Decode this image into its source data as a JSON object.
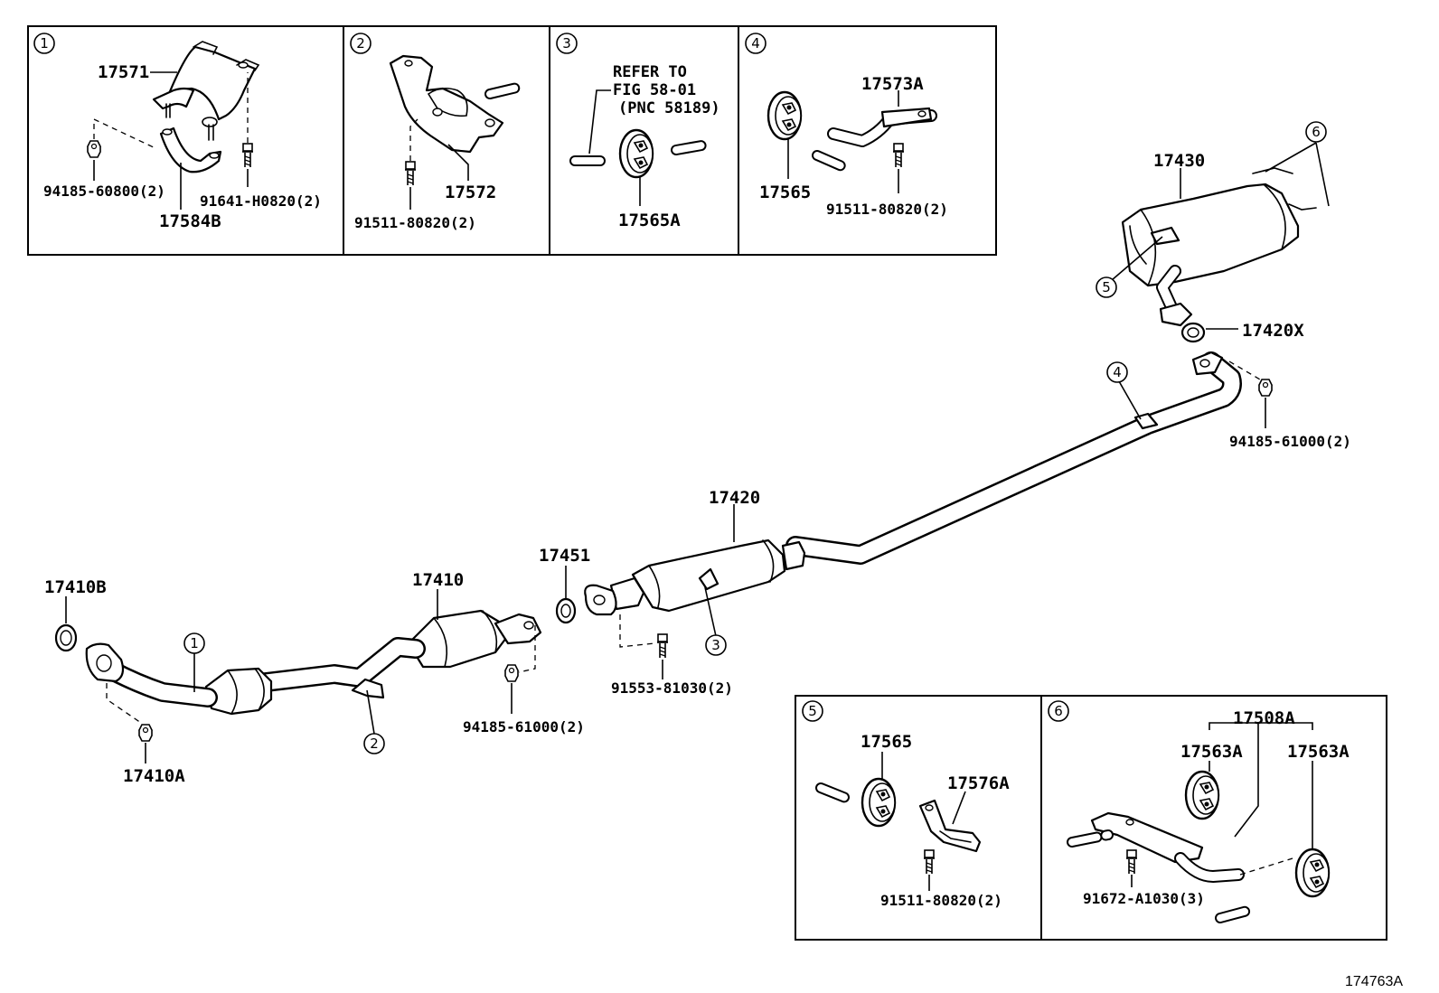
{
  "boxes": [
    {
      "number": "1",
      "parts": [
        "17571",
        "94185-60800(2)",
        "17584B",
        "91641-H0820(2)"
      ]
    },
    {
      "number": "2",
      "parts": [
        "17572",
        "91511-80820(2)"
      ]
    },
    {
      "number": "3",
      "note": [
        "REFER TO",
        "FIG 58-01",
        "(PNC 58189)"
      ],
      "parts": [
        "17565A"
      ]
    },
    {
      "number": "4",
      "parts": [
        "17573A",
        "17565",
        "91511-80820(2)"
      ]
    },
    {
      "number": "5",
      "parts": [
        "17565",
        "17576A",
        "91511-80820(2)"
      ]
    },
    {
      "number": "6",
      "parts": [
        "17508A",
        "17563A",
        "17563A",
        "91672-A1030(3)"
      ]
    }
  ],
  "main": {
    "parts": [
      "17430",
      "17420X",
      "94185-61000(2)",
      "17420",
      "17451",
      "17410",
      "17410B",
      "17410A",
      "94185-61000(2)",
      "91553-81030(2)"
    ],
    "callouts": [
      "6",
      "5",
      "4",
      "3",
      "1",
      "2"
    ]
  },
  "illustration_id": "174763A"
}
